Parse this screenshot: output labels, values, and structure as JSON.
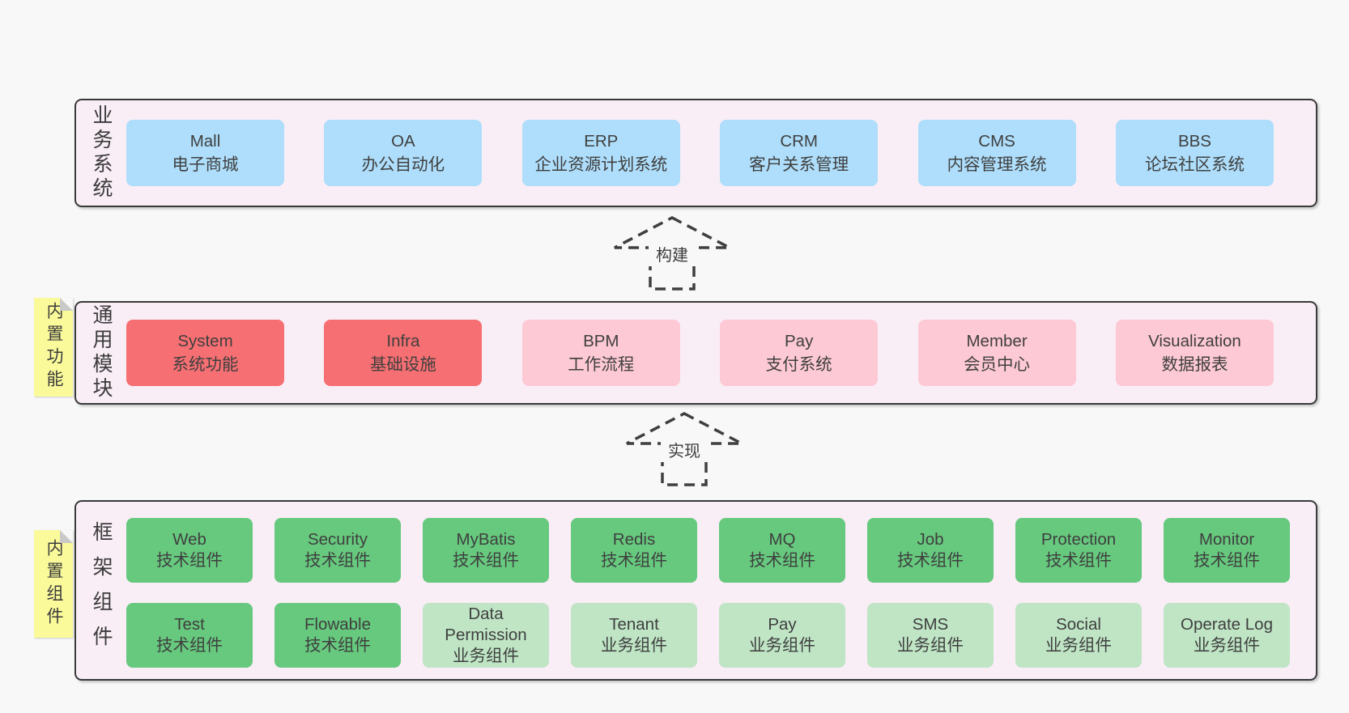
{
  "arrows": [
    {
      "label": "构建"
    },
    {
      "label": "实现"
    }
  ],
  "layers": [
    {
      "title": "业务系统",
      "items": [
        {
          "en": "Mall",
          "zh": "电子商城"
        },
        {
          "en": "OA",
          "zh": "办公自动化"
        },
        {
          "en": "ERP",
          "zh": "企业资源计划系统"
        },
        {
          "en": "CRM",
          "zh": "客户关系管理"
        },
        {
          "en": "CMS",
          "zh": "内容管理系统"
        },
        {
          "en": "BBS",
          "zh": "论坛社区系统"
        }
      ]
    },
    {
      "title": "通用模块",
      "note": "内置功能",
      "items": [
        {
          "en": "System",
          "zh": "系统功能",
          "variant": "red"
        },
        {
          "en": "Infra",
          "zh": "基础设施",
          "variant": "red"
        },
        {
          "en": "BPM",
          "zh": "工作流程",
          "variant": "pink"
        },
        {
          "en": "Pay",
          "zh": "支付系统",
          "variant": "pink"
        },
        {
          "en": "Member",
          "zh": "会员中心",
          "variant": "pink"
        },
        {
          "en": "Visualization",
          "zh": "数据报表",
          "variant": "pink"
        }
      ]
    },
    {
      "title": "框架组件",
      "note": "内置组件",
      "rows": [
        [
          {
            "en": "Web",
            "zh": "技术组件"
          },
          {
            "en": "Security",
            "zh": "技术组件"
          },
          {
            "en": "MyBatis",
            "zh": "技术组件"
          },
          {
            "en": "Redis",
            "zh": "技术组件"
          },
          {
            "en": "MQ",
            "zh": "技术组件"
          },
          {
            "en": "Job",
            "zh": "技术组件"
          },
          {
            "en": "Protection",
            "zh": "技术组件"
          },
          {
            "en": "Monitor",
            "zh": "技术组件"
          }
        ],
        [
          {
            "en": "Test",
            "zh": "技术组件"
          },
          {
            "en": "Flowable",
            "zh": "技术组件"
          },
          {
            "en": "Data Permission",
            "zh": "业务组件"
          },
          {
            "en": "Tenant",
            "zh": "业务组件"
          },
          {
            "en": "Pay",
            "zh": "业务组件"
          },
          {
            "en": "SMS",
            "zh": "业务组件"
          },
          {
            "en": "Social",
            "zh": "业务组件"
          },
          {
            "en": "Operate Log",
            "zh": "业务组件"
          }
        ]
      ]
    }
  ],
  "colors": {
    "page": "#f8f8f8",
    "container": "#f9edf6",
    "blue": "#aedefb",
    "red": "#f66f72",
    "pink": "#fdc9d4",
    "green": "#66c97e",
    "light_green": "#bfe5c5",
    "sticky": "#fafa9b",
    "stroke": "#3a3a3a"
  }
}
